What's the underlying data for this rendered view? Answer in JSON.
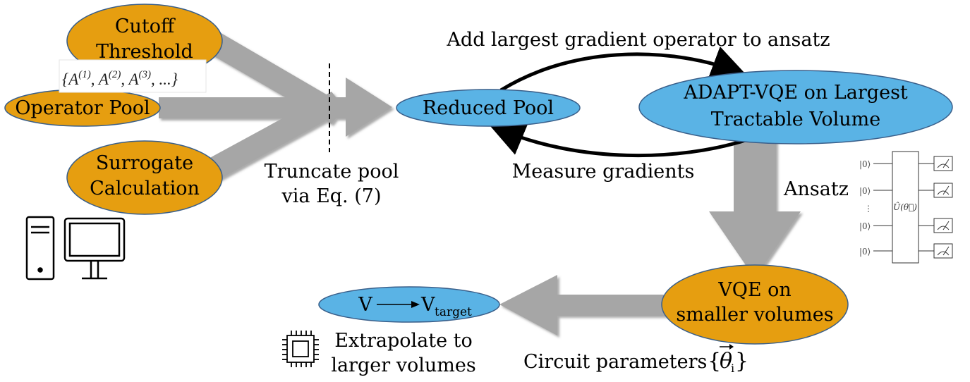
{
  "nodes": {
    "cutoff": [
      "Cutoff",
      "Threshold"
    ],
    "operator_pool": "Operator Pool",
    "surrogate": [
      "Surrogate",
      "Calculation"
    ],
    "reduced_pool": "Reduced Pool",
    "adapt_vqe": [
      "ADAPT-VQE on Largest",
      "Tractable Volume"
    ],
    "vqe_small": [
      "VQE on",
      "smaller  volumes"
    ],
    "extrap": {
      "v": "V",
      "vtarget": "V",
      "target_sub": "target"
    }
  },
  "labels": {
    "pool_set": [
      "{A",
      "(1)",
      ", A",
      "(2)",
      ", A",
      "(3)",
      ", ...}"
    ],
    "truncate": [
      "Truncate pool",
      "via Eq. (7)"
    ],
    "add_op": "Add largest gradient operator to ansatz",
    "measure": "Measure gradients",
    "ansatz": "Ansatz",
    "circuit_params": "Circuit parameters",
    "extrapolate": [
      "Extrapolate to",
      "larger volumes"
    ]
  },
  "circuit": {
    "kets": [
      "|0⟩",
      "|0⟩",
      "⋮",
      "|0⟩",
      "|0⟩"
    ],
    "unitary": "Û(θ⃗)"
  },
  "icons": [
    "computer-tower-icon",
    "monitor-icon",
    "chip-icon",
    "measurement-meter-icon"
  ],
  "colors": {
    "orange": "#E69E10",
    "blue": "#5AB3E5",
    "gray": "#A6A6A6"
  }
}
